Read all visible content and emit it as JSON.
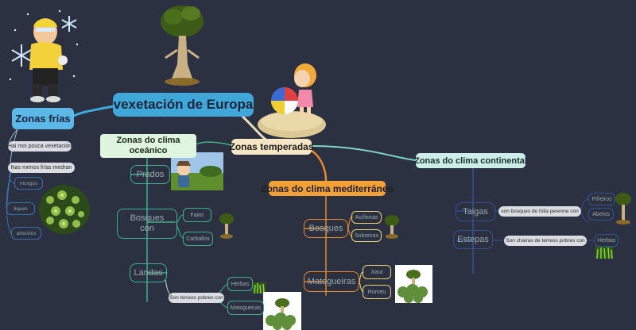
{
  "central": {
    "label": "vexetación de Europa"
  },
  "cold": {
    "label": "Zonas frías",
    "notes": [
      "Hai moi pouca vexetación",
      "Nas menos frías medran"
    ],
    "items": [
      "musgos",
      "liquen",
      "arbustos"
    ]
  },
  "temperate": {
    "label": "Zonas temperadas"
  },
  "oceanic": {
    "label": "Zonas do clima oceánico",
    "prados": "Prados",
    "bosques": "Bosques con",
    "bosques_items": [
      "Faias",
      "Carballos"
    ],
    "landas": "Landas",
    "landas_note": "Son terreos pobres con",
    "landas_items": [
      "Herbas",
      "Matogueiras"
    ]
  },
  "mediterranean": {
    "label": "Zonas do clima mediterráneo",
    "bosques": "Bosques",
    "bosques_items": [
      "Aciñeiras",
      "Sobreiras"
    ],
    "matogueiras": "Matogueiras",
    "matogueiras_items": [
      "Xara",
      "Romeu"
    ]
  },
  "continental": {
    "label": "Zonas do clima continental",
    "taigas": "Taigas",
    "taigas_note": "son bosques de folla perenne con",
    "taigas_items": [
      "Piñeiros",
      "Abetos"
    ],
    "estepas": "Estepas",
    "estepas_note": "Son chairas de terreos pobres con",
    "estepas_items": [
      "Herbas"
    ]
  },
  "colors": {
    "background": "#2b3140",
    "central": "#3fa8d8",
    "oceanic": "#3fb08e",
    "mediterranean": "#e8892a",
    "continental": "#36508f",
    "cold": "#5cb8e6"
  },
  "icons": [
    "tree-icon",
    "boy-snowflake-icon",
    "girl-beach-ball-icon",
    "herbs-icon",
    "shrub-icon"
  ]
}
